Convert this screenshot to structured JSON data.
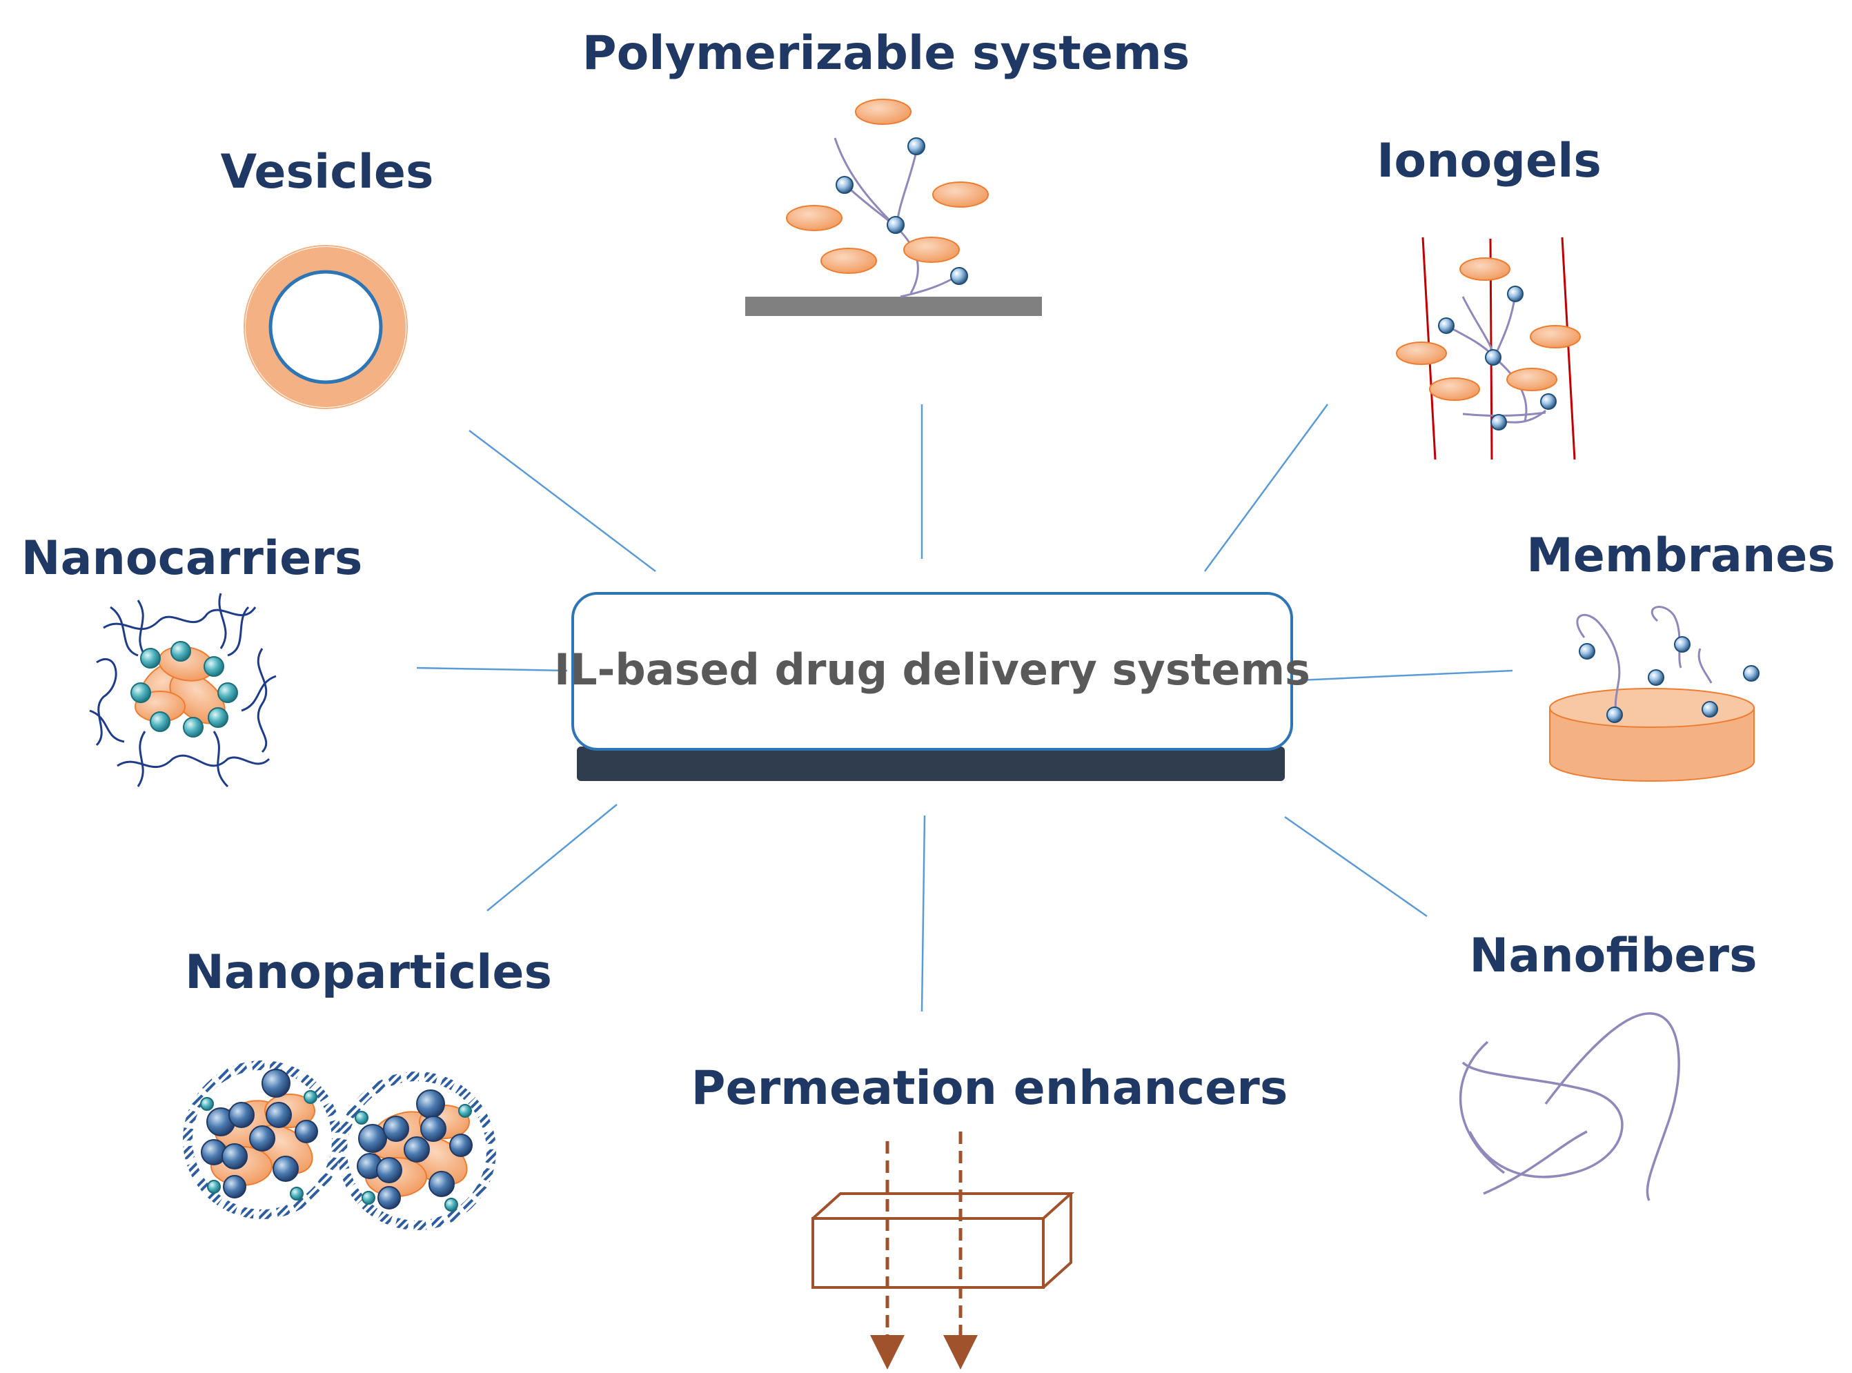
{
  "diagram": {
    "center": {
      "title": "IL-based drug delivery systems"
    },
    "nodes": {
      "polymerizable": "Polymerizable systems",
      "vesicles": "Vesicles",
      "ionogels": "Ionogels",
      "nanocarriers": "Nanocarriers",
      "membranes": "Membranes",
      "nanoparticles": "Nanoparticles",
      "nanofibers": "Nanofibers",
      "permeation": "Permeation enhancers"
    }
  },
  "colors": {
    "label": "#1f3864",
    "center_text": "#595959",
    "center_border": "#2e75b6",
    "center_base": "#2f3d4f",
    "connector": "#5b9bd5",
    "orange_fill": "#f4b183",
    "orange_stroke": "#ed7d31",
    "blue_ring": "#2e75b6",
    "bead_fill": "#9dc3e6",
    "bead_stroke": "#1f4e79",
    "teal": "#4fb3bf",
    "fiber": "#8f88b8",
    "red_line": "#c00000",
    "brown": "#a0522d",
    "gray_bar": "#808080"
  }
}
